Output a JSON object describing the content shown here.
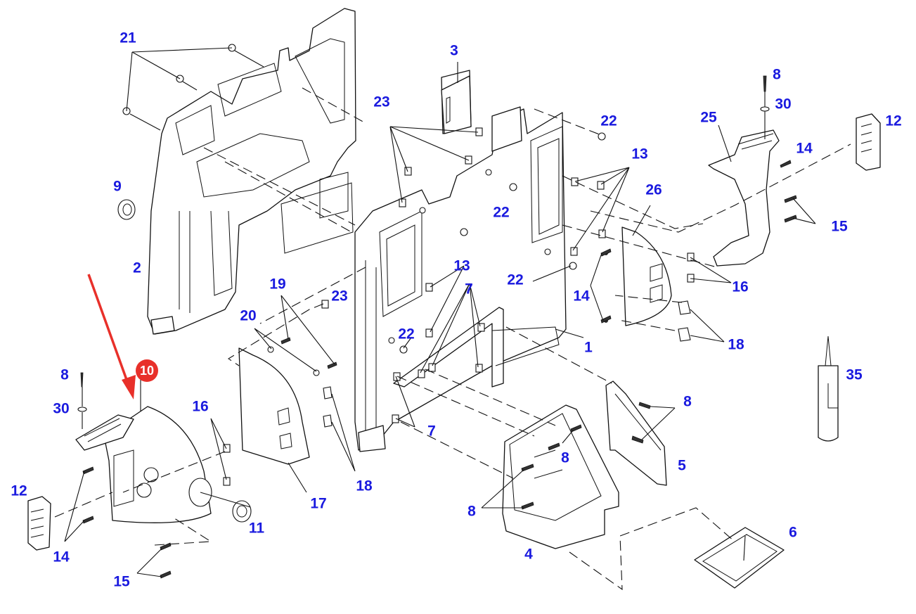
{
  "diagram": {
    "type": "exploded-parts-view",
    "subject": "cab interior trim panels",
    "label_color": "#1a1adf",
    "highlight_color": "#e8302a",
    "highlighted_part": "10",
    "callouts": [
      {
        "id": "c21",
        "label": "21"
      },
      {
        "id": "c9",
        "label": "9"
      },
      {
        "id": "c2",
        "label": "2"
      },
      {
        "id": "c3",
        "label": "3"
      },
      {
        "id": "c23a",
        "label": "23"
      },
      {
        "id": "c22a",
        "label": "22"
      },
      {
        "id": "c22b",
        "label": "22"
      },
      {
        "id": "c13a",
        "label": "13"
      },
      {
        "id": "c26",
        "label": "26"
      },
      {
        "id": "c13b",
        "label": "13"
      },
      {
        "id": "c22c",
        "label": "22"
      },
      {
        "id": "c14a",
        "label": "14"
      },
      {
        "id": "c7a",
        "label": "7"
      },
      {
        "id": "c22d",
        "label": "22"
      },
      {
        "id": "c1",
        "label": "1"
      },
      {
        "id": "c19",
        "label": "19"
      },
      {
        "id": "c23b",
        "label": "23"
      },
      {
        "id": "c20",
        "label": "20"
      },
      {
        "id": "c8a",
        "label": "8"
      },
      {
        "id": "c30a",
        "label": "30"
      },
      {
        "id": "c25",
        "label": "25"
      },
      {
        "id": "c14b",
        "label": "14"
      },
      {
        "id": "c12a",
        "label": "12"
      },
      {
        "id": "c15a",
        "label": "15"
      },
      {
        "id": "c16a",
        "label": "16"
      },
      {
        "id": "c18a",
        "label": "18"
      },
      {
        "id": "c35",
        "label": "35"
      },
      {
        "id": "c8b",
        "label": "8"
      },
      {
        "id": "c30b",
        "label": "30"
      },
      {
        "id": "c12b",
        "label": "12"
      },
      {
        "id": "c14c",
        "label": "14"
      },
      {
        "id": "c15b",
        "label": "15"
      },
      {
        "id": "c16b",
        "label": "16"
      },
      {
        "id": "c11",
        "label": "11"
      },
      {
        "id": "c17",
        "label": "17"
      },
      {
        "id": "c18b",
        "label": "18"
      },
      {
        "id": "c7b",
        "label": "7"
      },
      {
        "id": "c8c",
        "label": "8"
      },
      {
        "id": "c8d",
        "label": "8"
      },
      {
        "id": "c8e",
        "label": "8"
      },
      {
        "id": "c5",
        "label": "5"
      },
      {
        "id": "c4",
        "label": "4"
      },
      {
        "id": "c6",
        "label": "6"
      }
    ],
    "highlight_badge": {
      "label": "10"
    }
  }
}
